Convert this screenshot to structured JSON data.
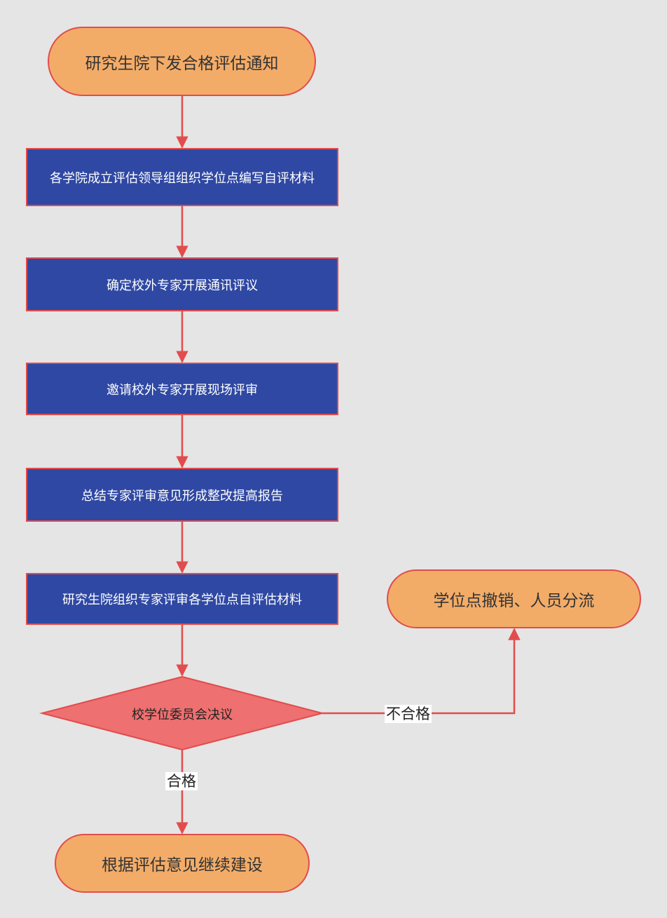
{
  "colors": {
    "background": "#e5e5e5",
    "terminal_fill": "#f3ac68",
    "process_fill": "#2f48a3",
    "decision_fill": "#ee7070",
    "stroke": "#e24c4c"
  },
  "nodes": {
    "start": "研究生院下发合格评估通知",
    "step1": "各学院成立评估领导组组织学位点编写自评材料",
    "step2": "确定校外专家开展通讯评议",
    "step3": "邀请校外专家开展现场评审",
    "step4": "总结专家评审意见形成整改提高报告",
    "step5": "研究生院组织专家评审各学位点自评估材料",
    "decision": "校学位委员会决议",
    "fail_end": "学位点撤销、人员分流",
    "pass_end": "根据评估意见继续建设"
  },
  "edges": {
    "fail_label": "不合格",
    "pass_label": "合格"
  }
}
